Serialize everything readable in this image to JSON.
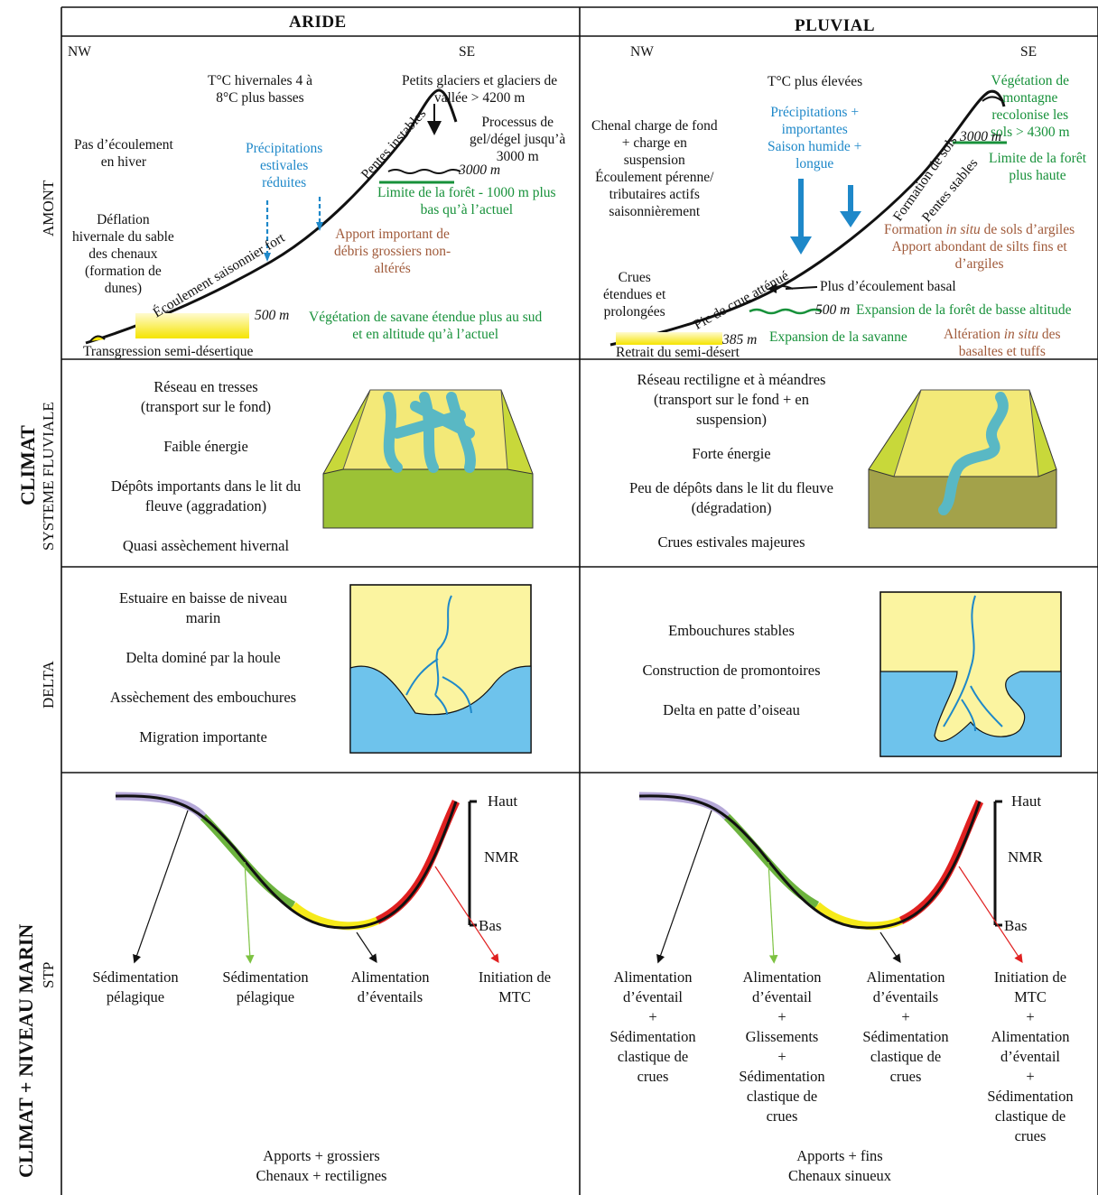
{
  "columns": {
    "aride": "ARIDE",
    "pluvial": "PLUVIAL"
  },
  "side_labels": {
    "climat": "CLIMAT",
    "amont": "AMONT",
    "systeme": "SYSTEME FLUVIALE",
    "delta": "DELTA",
    "climat_niveau": "CLIMAT + NIVEAU MARIN",
    "stp": "STP"
  },
  "amont_aride": {
    "nw": "NW",
    "se": "SE",
    "temp": [
      "T°C hivernales 4 à",
      "8°C plus basses"
    ],
    "glaciers": [
      "Petits glaciers et glaciers de",
      "vallée > 4200 m"
    ],
    "gel": [
      "Processus de",
      "gel/dégel jusqu’à",
      "3000 m"
    ],
    "pas_ecoulement": [
      "Pas d’écoulement",
      "en hiver"
    ],
    "precip": [
      "Précipitations",
      "estivales",
      "réduites"
    ],
    "pentes": "Pentes instables",
    "alt_3000": "3000 m",
    "limite": [
      "Limite de la forêt - 1000 m plus",
      "bas qu’à l’actuel"
    ],
    "deflation": [
      "Déflation",
      "hivernale du sable",
      "des chenaux",
      "(formation de",
      "dunes)"
    ],
    "apport": [
      "Apport important de",
      "débris grossiers non-",
      "altérés"
    ],
    "ecoulement": "Écoulement saisonnier fort",
    "alt_500": "500 m",
    "vegetation": [
      "Végétation de savane étendue plus au sud",
      "et en altitude qu’à l’actuel"
    ],
    "transgression": "Transgression semi-désertique"
  },
  "amont_pluvial": {
    "nw": "NW",
    "se": "SE",
    "temp": "T°C plus élevées",
    "veg_montagne": [
      "Végétation de",
      "montagne",
      "recolonise les",
      "sols > 4300 m"
    ],
    "precip": [
      "Précipitations +",
      "importantes",
      "Saison humide +",
      "longue"
    ],
    "chenal": [
      "Chenal charge de fond",
      "+ charge en",
      "suspension",
      "Écoulement pérenne/",
      "tributaires actifs",
      "saisonnièrement"
    ],
    "formation_sols": "Formation de sols",
    "pentes_stables": "Pentes stables",
    "alt_3000": "3000 m",
    "limite": [
      "Limite de la forêt",
      "plus haute"
    ],
    "formation_in_situ": [
      "Formation ",
      "in situ",
      " de sols d’argiles"
    ],
    "apport": [
      "Apport abondant de silts fins et",
      "d’argiles"
    ],
    "crues": [
      "Crues",
      "étendues et",
      "prolongées"
    ],
    "pic": "Pic de crue atténué",
    "basal": "Plus d’écoulement basal",
    "alt_500": "500 m",
    "expansion_foret": "Expansion de la forêt de basse altitude",
    "alt_385": "385 m",
    "expansion_savanne": "Expansion de la savanne",
    "alteration": [
      "Altération ",
      "in situ",
      " des"
    ],
    "basaltes": "basaltes et tuffs",
    "retrait": "Retrait du semi-désert"
  },
  "fluvial_aride": {
    "reseau": [
      "Réseau en tresses",
      "(transport sur le fond)"
    ],
    "energie": "Faible énergie",
    "depots": [
      "Dépôts importants dans le lit du",
      "fleuve (aggradation)"
    ],
    "assechement": "Quasi assèchement hivernal"
  },
  "fluvial_pluvial": {
    "reseau": [
      "Réseau rectiligne et à méandres",
      "(transport sur le fond + en",
      "suspension)"
    ],
    "energie": "Forte énergie",
    "depots": [
      "Peu de dépôts dans le lit du fleuve",
      "(dégradation)"
    ],
    "crues": "Crues estivales majeures"
  },
  "delta_aride": {
    "estuaire": [
      "Estuaire en baisse de niveau",
      "marin"
    ],
    "houle": "Delta dominé par la houle",
    "assechement": "Assèchement des embouchures",
    "migration": "Migration importante"
  },
  "delta_pluvial": {
    "embouchures": "Embouchures stables",
    "promontoires": "Construction de promontoires",
    "patte": "Delta en patte d’oiseau"
  },
  "stp_aride": {
    "haut": "Haut",
    "nmr": "NMR",
    "bas": "Bas",
    "c1": [
      "Sédimentation",
      "pélagique"
    ],
    "c2": [
      "Sédimentation",
      "pélagique"
    ],
    "c3": [
      "Alimentation",
      "d’éventails"
    ],
    "c4": [
      "Initiation de",
      "MTC"
    ],
    "footer": [
      "Apports + grossiers",
      "Chenaux + rectilignes"
    ]
  },
  "stp_pluvial": {
    "haut": "Haut",
    "nmr": "NMR",
    "bas": "Bas",
    "c1": [
      "Alimentation",
      "d’éventail",
      "+",
      "Sédimentation",
      "clastique de",
      "crues"
    ],
    "c2": [
      "Alimentation",
      "d’éventail",
      "+",
      "Glissements",
      "+",
      "Sédimentation",
      "clastique de",
      "crues"
    ],
    "c3": [
      "Alimentation",
      "d’éventails",
      "+",
      "Sédimentation",
      "clastique de",
      "crues"
    ],
    "c4": [
      "Initiation de",
      "MTC",
      "+",
      "Alimentation",
      "d’éventail",
      "+",
      "Sédimentation",
      "clastique de",
      "crues"
    ],
    "footer": [
      "Apports + fins",
      "Chenaux sinueux"
    ]
  },
  "colors": {
    "blue": "#1e88c9",
    "green": "#17913a",
    "brown": "#a05a3a",
    "sea": "#6ec3ec",
    "sand": "#fbf4a0",
    "stp_lavender": "#b5a8d8",
    "stp_green": "#6cb33e",
    "stp_yellow": "#f6ea1a",
    "stp_red": "#e02020"
  }
}
